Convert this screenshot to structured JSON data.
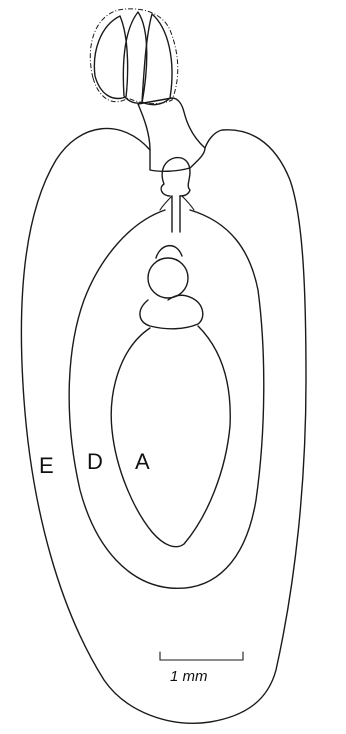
{
  "labels": {
    "region_e": "E",
    "region_d": "D",
    "region_a": "A"
  },
  "scale_bar": {
    "text": "1 mm"
  }
}
